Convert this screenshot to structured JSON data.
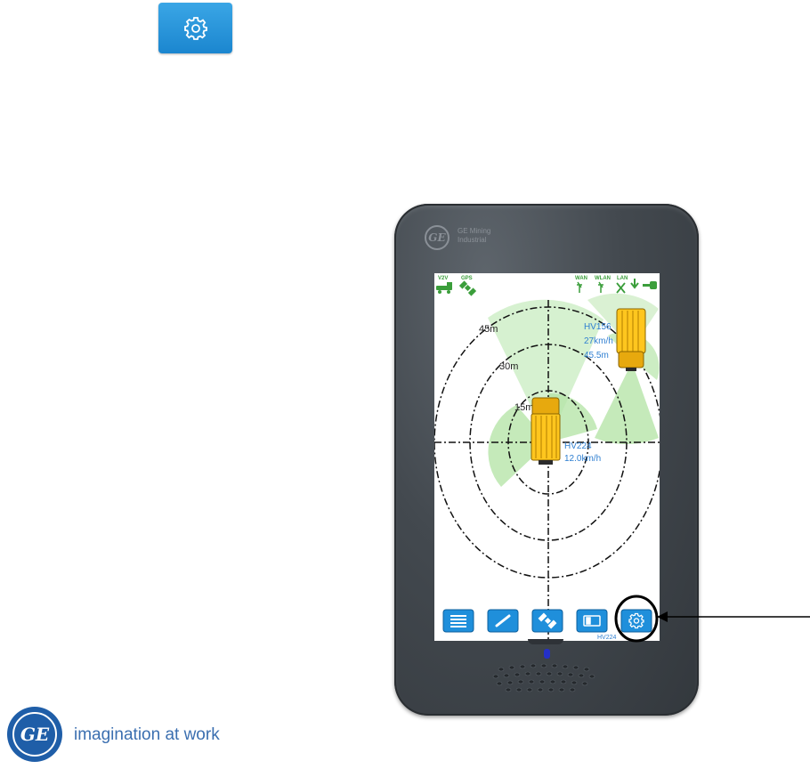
{
  "settings_callout": {
    "icon": "gear-icon",
    "color": "#1f8fdb"
  },
  "device": {
    "brand_logo_text": "GE",
    "brand_text": "GE Mining\nIndustrial"
  },
  "status_bar": {
    "left": [
      {
        "label": "V2V",
        "icon": "truck-icon"
      },
      {
        "label": "GPS",
        "icon": "satellite-icon"
      }
    ],
    "right": [
      {
        "label": "WAN",
        "icon": "wan-antenna-icon"
      },
      {
        "label": "WLAN",
        "icon": "wlan-antenna-icon"
      },
      {
        "label": "LAN",
        "icon": "lan-icon"
      },
      {
        "label": "",
        "icon": "download-arrow-icon"
      },
      {
        "label": "",
        "icon": "network-plug-icon"
      }
    ]
  },
  "radar": {
    "rings": [
      "15m",
      "30m",
      "45m"
    ],
    "accent": "#ffc61e",
    "zone_color": "#8fd77a"
  },
  "vehicles": [
    {
      "id": "HV224",
      "speed": "12.0km/h",
      "distance": ""
    },
    {
      "id": "HV156",
      "speed": "27km/h",
      "distance": "45.5m"
    }
  ],
  "toolbar": {
    "buttons": [
      {
        "name": "list-button",
        "icon": "list-icon"
      },
      {
        "name": "wrench-button",
        "icon": "wrench-icon"
      },
      {
        "name": "satellite-button",
        "icon": "satellite-icon"
      },
      {
        "name": "device-button",
        "icon": "device-icon"
      },
      {
        "name": "settings-button",
        "icon": "gear-icon",
        "highlighted": true
      }
    ],
    "bottom_text": "HV224"
  },
  "footer": {
    "logo_text": "GE",
    "tagline": "imagination at work"
  }
}
